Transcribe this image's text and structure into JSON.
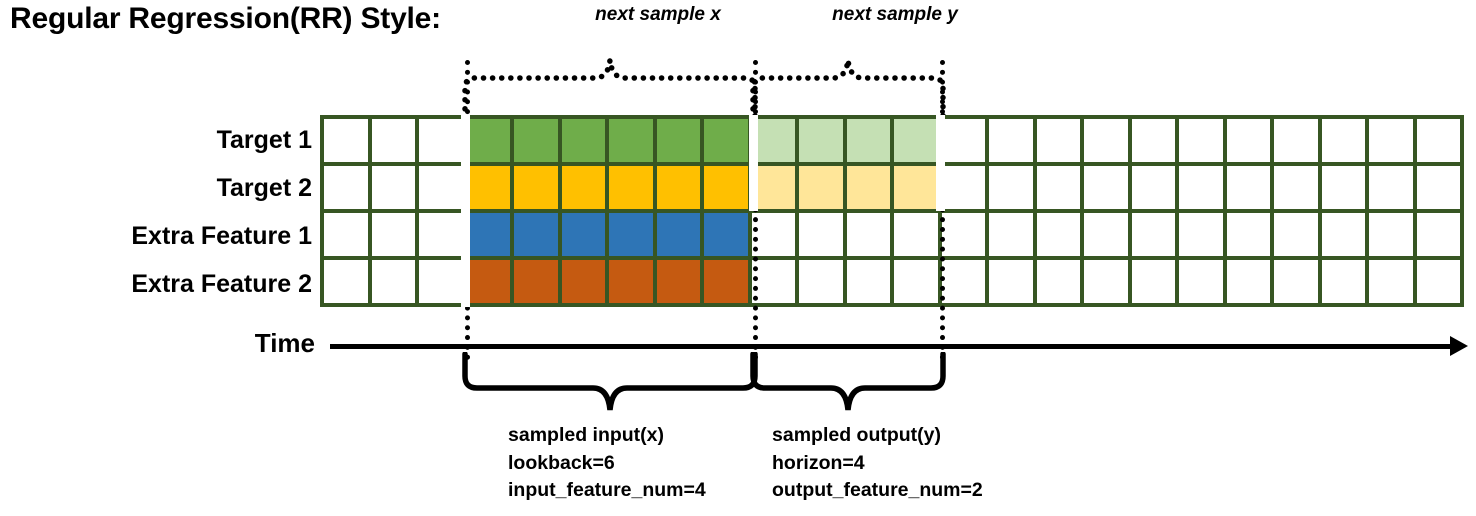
{
  "title": "Regular Regression(RR) Style:",
  "top_annotations": {
    "next_sample_x": "next sample x",
    "next_sample_y": "next sample y"
  },
  "axis": {
    "label": "Time",
    "arrow_icon": "right-arrow-icon"
  },
  "row_labels": [
    "Target 1",
    "Target 2",
    "Extra Feature 1",
    "Extra Feature 2"
  ],
  "colors": {
    "grid_border": "#375623",
    "empty": "#ffffff",
    "target1_input": "#6FAD4A",
    "target1_output": "#C5E0B4",
    "target2_input": "#FFC000",
    "target2_output": "#FFE699",
    "extra1_input": "#2E75B6",
    "extra2_input": "#C55A11",
    "axis": "#000000"
  },
  "grid": {
    "columns": 24,
    "rows": 4,
    "lead_empty_cols": 3,
    "input_cols": 6,
    "output_cols": 4,
    "trail_empty_cols": 11,
    "row_fill": [
      {
        "name": "Target 1",
        "input_color": "#6FAD4A",
        "output_color": "#C5E0B4"
      },
      {
        "name": "Target 2",
        "input_color": "#FFC000",
        "output_color": "#FFE699"
      },
      {
        "name": "Extra Feature 1",
        "input_color": "#2E75B6",
        "output_color": "#ffffff"
      },
      {
        "name": "Extra Feature 2",
        "input_color": "#C55A11",
        "output_color": "#ffffff"
      }
    ]
  },
  "bottom_annotations": {
    "input": {
      "line1": "sampled input(x)",
      "line2": "lookback=6",
      "line3": "input_feature_num=4"
    },
    "output": {
      "line1": "sampled output(y)",
      "line2": "horizon=4",
      "line3": "output_feature_num=2"
    }
  }
}
